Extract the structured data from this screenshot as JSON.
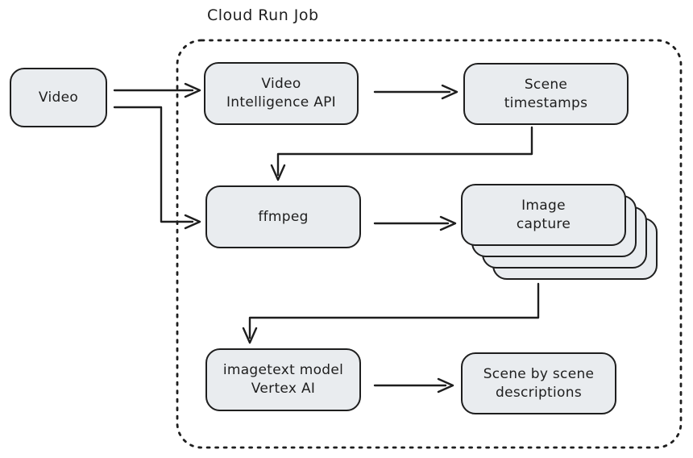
{
  "diagram": {
    "title": "Cloud Run Job",
    "container": {
      "label": "Cloud Run Job",
      "border_style": "dotted"
    },
    "nodes": {
      "video": {
        "label": "Video"
      },
      "video_intelligence": {
        "label": "Video\nIntelligence API"
      },
      "scene_timestamps": {
        "label": "Scene\ntimestamps"
      },
      "ffmpeg": {
        "label": "ffmpeg"
      },
      "image_capture": {
        "label": "Image\ncapture",
        "stack_count": 4
      },
      "imagetext_model": {
        "label": "imagetext model\nVertex AI"
      },
      "scene_descriptions": {
        "label": "Scene by scene\ndescriptions"
      }
    },
    "edges": [
      {
        "from": "Video",
        "to": "Video Intelligence API"
      },
      {
        "from": "Video",
        "to": "ffmpeg"
      },
      {
        "from": "Video Intelligence API",
        "to": "Scene timestamps"
      },
      {
        "from": "Scene timestamps",
        "to": "ffmpeg"
      },
      {
        "from": "ffmpeg",
        "to": "Image capture"
      },
      {
        "from": "Image capture",
        "to": "imagetext model Vertex AI"
      },
      {
        "from": "imagetext model Vertex AI",
        "to": "Scene by scene descriptions"
      }
    ],
    "colors": {
      "node_fill": "#e9ecef",
      "stroke": "#1e1e1e",
      "background": "#ffffff"
    }
  }
}
